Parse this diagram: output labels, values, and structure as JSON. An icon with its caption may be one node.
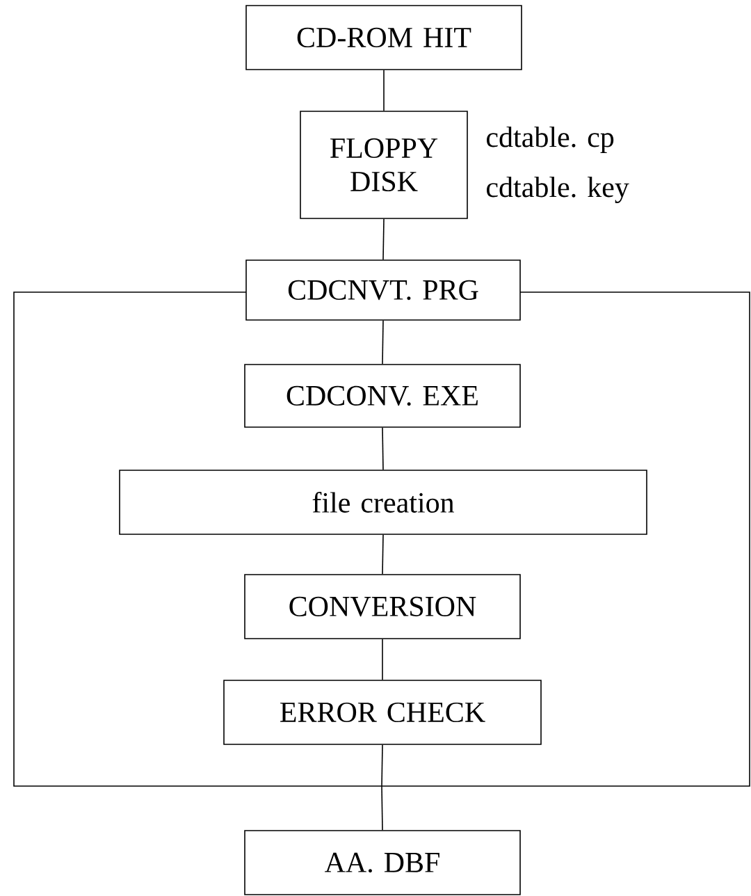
{
  "diagram": {
    "nodes": [
      {
        "text": [
          "CD-ROM HIT"
        ]
      },
      {
        "text": [
          "FLOPPY DISK"
        ],
        "beside": [
          "cdtable. cp",
          "cdtable. key"
        ]
      },
      {
        "text": [
          "CDCNVT. PRG"
        ]
      },
      {
        "text": [
          "CDCONV. EXE"
        ],
        "in": 2
      },
      {
        "text": [
          "file creation"
        ],
        "in": 2
      },
      {
        "text": [
          "CONVERSION"
        ],
        "in": 2
      },
      {
        "text": [
          "ERROR CHECK"
        ],
        "in": 2
      },
      {
        "text": [
          "AA. DBF"
        ]
      }
    ],
    "edges": [
      {
        "from": 0,
        "to": 1,
        "arrow": "none"
      },
      {
        "from": 1,
        "to": 2,
        "arrow": "none"
      },
      {
        "from": 2,
        "to": 3,
        "arrow": "none"
      },
      {
        "from": 3,
        "to": 4,
        "arrow": "none"
      },
      {
        "from": 4,
        "to": 5,
        "arrow": "none"
      },
      {
        "from": 5,
        "to": 6,
        "arrow": "none"
      },
      {
        "from": 6,
        "to": 2,
        "arrow": "none"
      },
      {
        "from": 2,
        "to": 7,
        "arrow": "none"
      }
    ]
  }
}
